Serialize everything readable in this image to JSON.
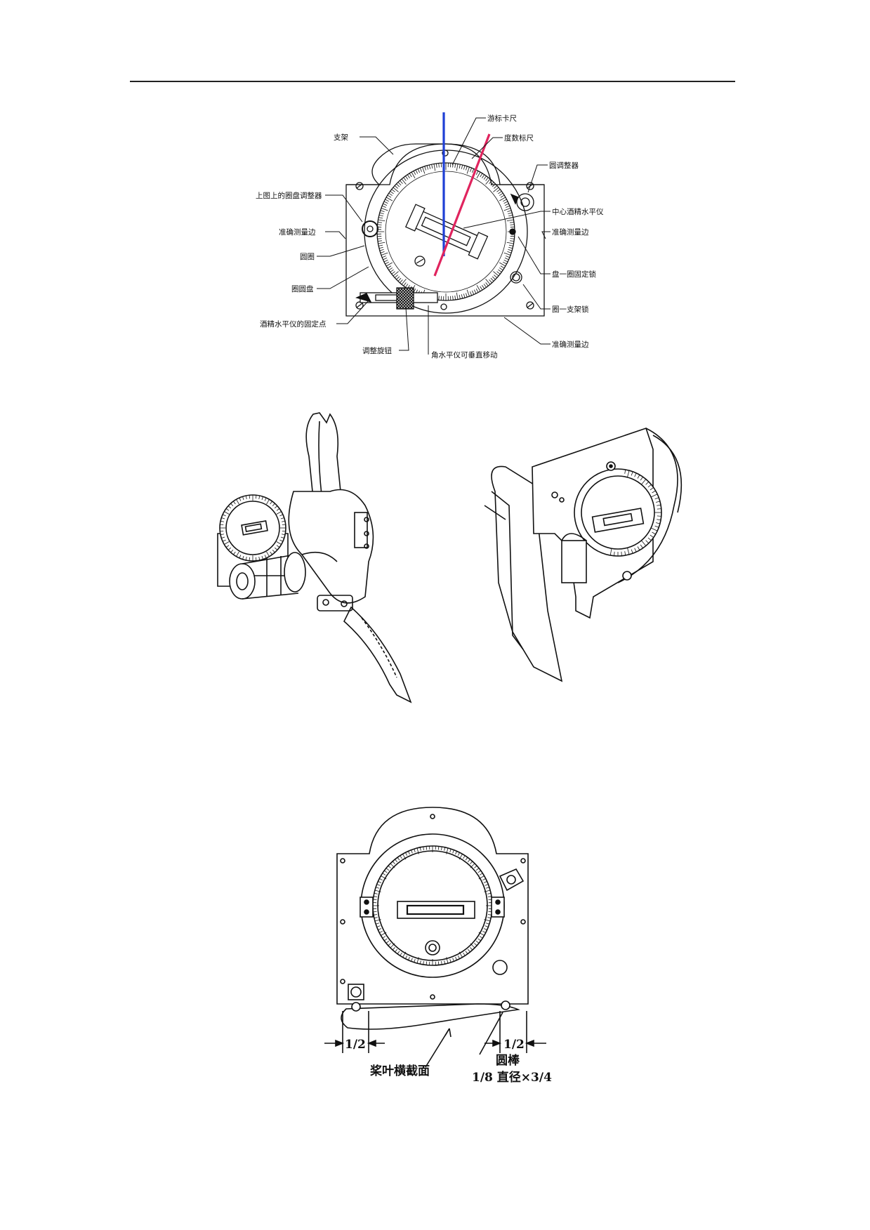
{
  "figure1": {
    "labels": {
      "vernier": "游标卡尺",
      "degree_scale": "度数标尺",
      "frame": "支架",
      "ring_adjuster": "圆调整器",
      "disk_adjuster": "上图上的圈盘调整器",
      "center_spirit_level": "中心酒精水平仪",
      "accurate_edge_left": "准确测量边",
      "accurate_edge_right": "准确测量边",
      "ring": "圆圈",
      "disk_ring_lock": "盘一圈固定锁",
      "ring_disk": "圈圆盘",
      "ring_frame_lock": "圈一支架锁",
      "level_fixed_point": "酒精水平仪的固定点",
      "accurate_edge_bottom": "准确测量边",
      "adjust_knob": "调整旋钮",
      "corner_level_move": "角水平仪可垂直移动"
    },
    "overlay_colors": {
      "vertical_line": "#1f3fd6",
      "tilted_line": "#e0245e"
    }
  },
  "figure3": {
    "dim_left": "1/2",
    "dim_right": "1/2",
    "blade_section": "桨叶横截面",
    "rod": "圆棒",
    "rod_spec": "1/8 直径×3/4"
  }
}
